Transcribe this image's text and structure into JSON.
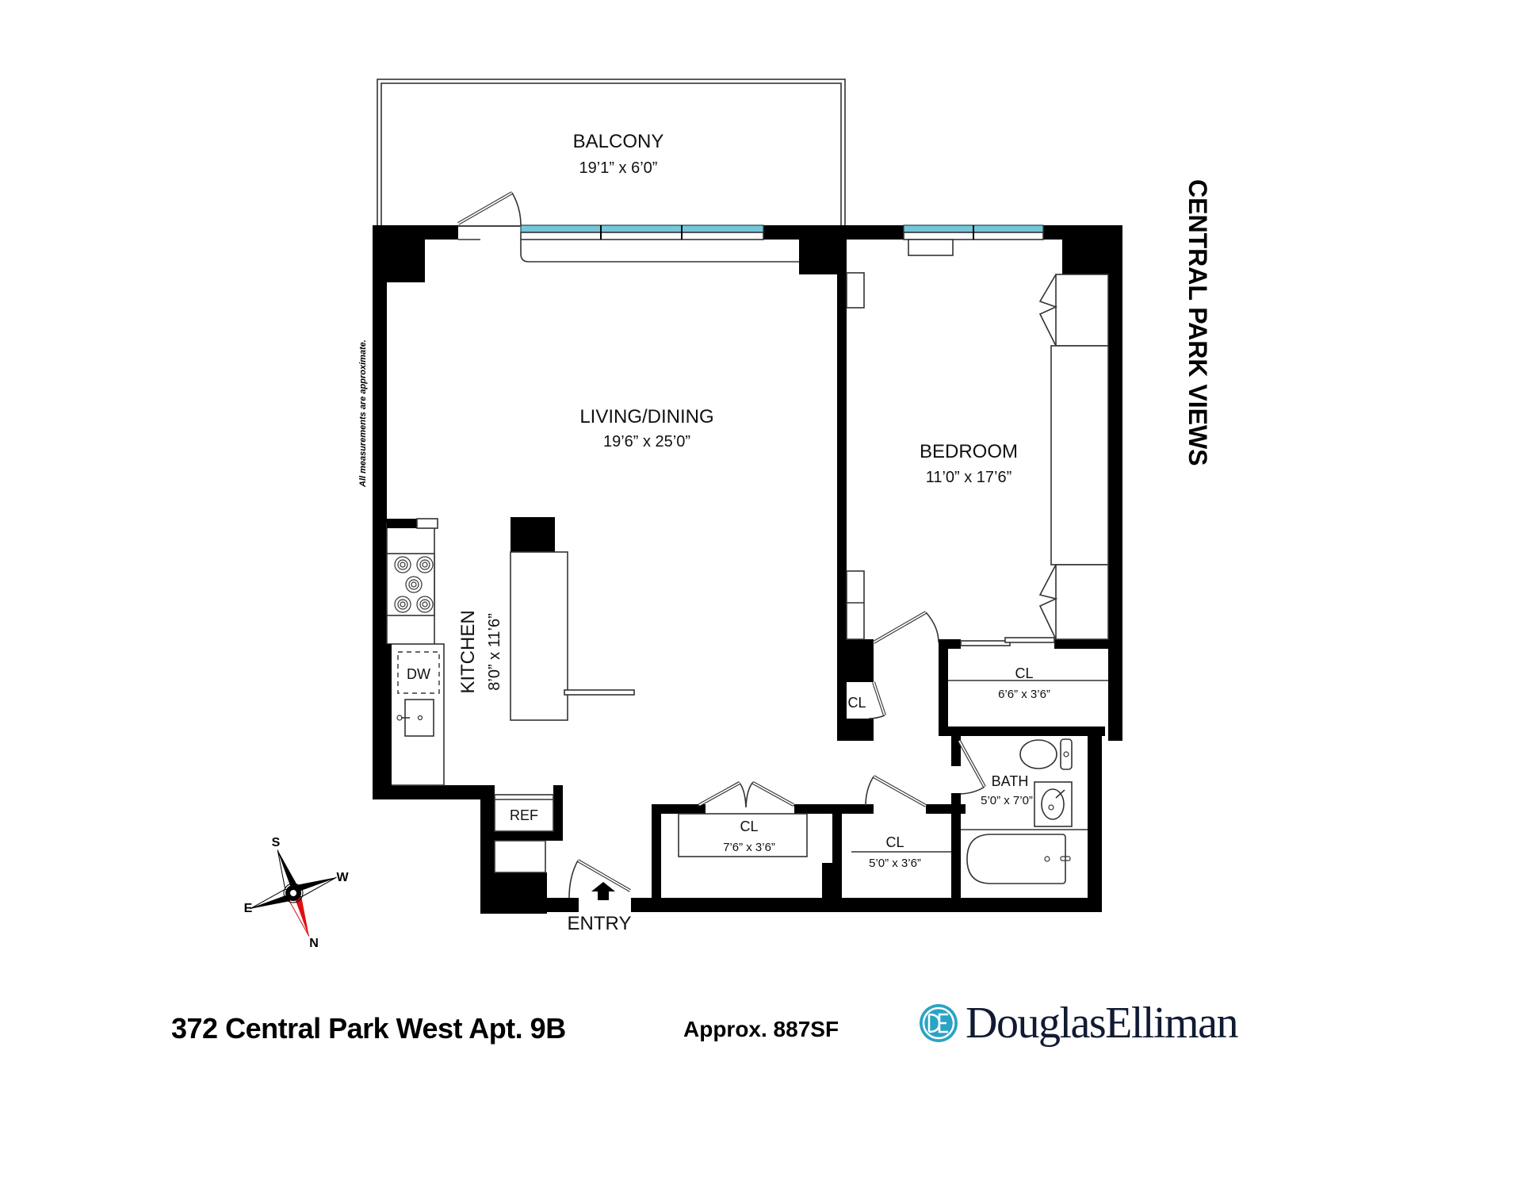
{
  "plan": {
    "side_label": "CENTRAL PARK VIEWS",
    "disclaimer": "All measurements are approximate.",
    "rooms": {
      "balcony": {
        "label": "BALCONY",
        "dims": "19’1” x 6’0”"
      },
      "living": {
        "label": "LIVING/DINING",
        "dims": "19’6” x 25’0”"
      },
      "bedroom": {
        "label": "BEDROOM",
        "dims": "11’0” x 17’6”"
      },
      "kitchen": {
        "label": "KITCHEN",
        "dims": "8’0” x 11’6”"
      },
      "bath": {
        "label": "BATH",
        "dims": "5’0” x 7’0”"
      },
      "closet_bedroom": {
        "label": "CL",
        "dims": "6’6” x 3’6”"
      },
      "closet_small": {
        "label": "CL"
      },
      "closet_entry": {
        "label": "CL",
        "dims": "7’6” x 3’6”"
      },
      "closet_hall": {
        "label": "CL",
        "dims": "5’0” x 3’6”"
      },
      "entry": {
        "label": "ENTRY"
      }
    },
    "appliances": {
      "dishwasher": "DW",
      "refrigerator": "REF"
    },
    "compass": {
      "n": "N",
      "s": "S",
      "e": "E",
      "w": "W"
    },
    "colors": {
      "wall": "#000000",
      "window_glass": "#76c6d9",
      "compass_north": "#e01010"
    }
  },
  "footer": {
    "address": "372 Central Park West Apt. 9B",
    "area": "Approx. 887SF",
    "brand": "DouglasElliman",
    "brand_color": "#2aa3c4",
    "brand_text_color": "#101a33"
  }
}
